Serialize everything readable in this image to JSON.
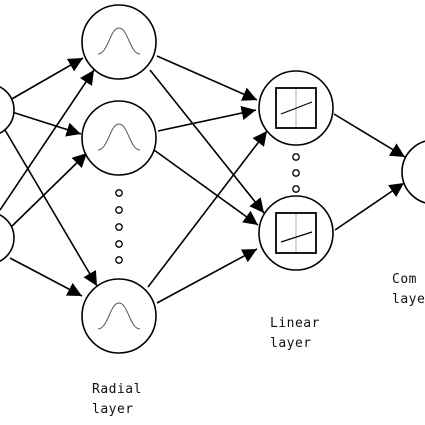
{
  "labels": {
    "radial": [
      "Radial",
      "layer"
    ],
    "linear": [
      "Linear",
      "layer"
    ],
    "combination": [
      "Com",
      "laye"
    ]
  },
  "colors": {
    "stroke": "#000000",
    "curve": "#555555",
    "background": "#ffffff"
  },
  "nodes": {
    "input": [
      "input-node-1",
      "input-node-2"
    ],
    "radial": [
      "radial-node-1",
      "radial-node-2",
      "radial-node-3"
    ],
    "linear": [
      "linear-node-1",
      "linear-node-2"
    ],
    "output": [
      "combination-node"
    ]
  }
}
